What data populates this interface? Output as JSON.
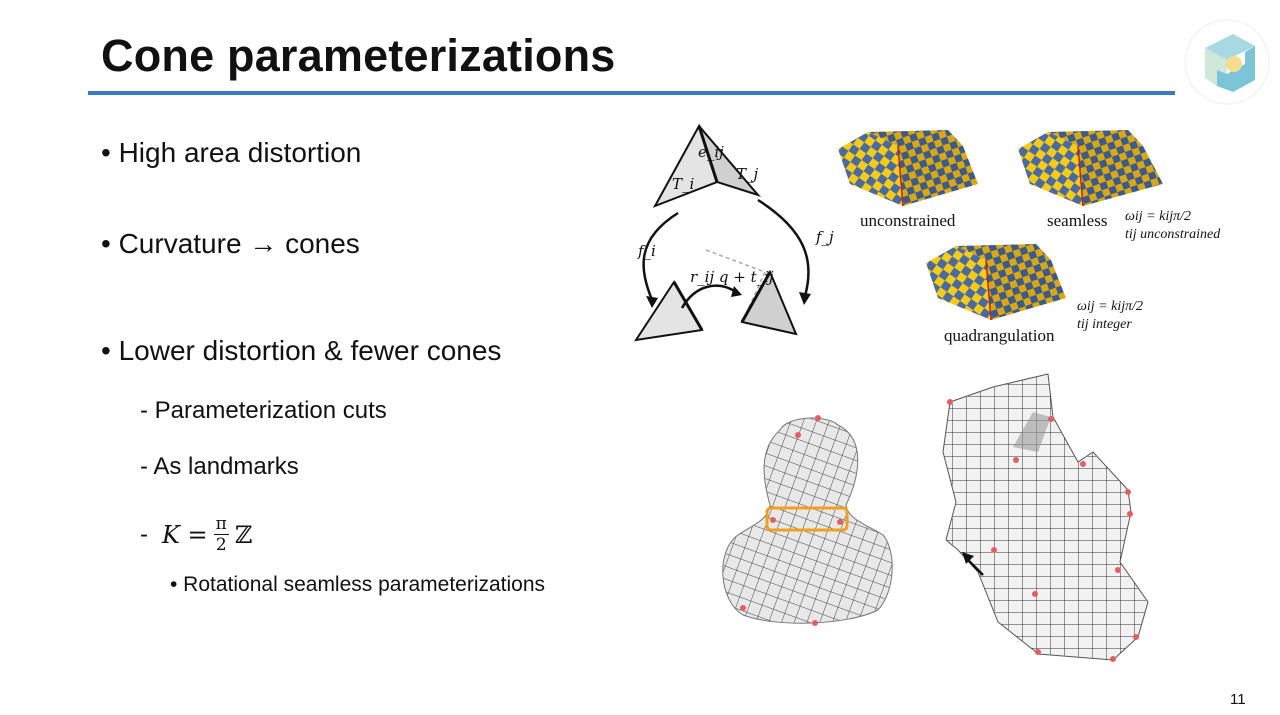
{
  "slide": {
    "title": "Cone parameterizations",
    "page_number": "11",
    "accent": "#3c78c3"
  },
  "bullets": [
    {
      "text": "• High area distortion"
    },
    {
      "text": "• Curvature → cones"
    },
    {
      "text": "• Lower distortion & fewer cones"
    }
  ],
  "sub_bullets": [
    {
      "dash": "-",
      "text": "Parameterization cuts"
    },
    {
      "dash": "-",
      "text": "As landmarks"
    },
    {
      "dash": "-",
      "formula_lhs": "K =",
      "frac_num": "π",
      "frac_den": "2",
      "formula_rhs": "ℤ"
    }
  ],
  "sub_sub_bullets": [
    {
      "text": "• Rotational seamless parameterizations"
    }
  ],
  "figure_diagram": {
    "e_label": "e_ij",
    "Ti": "T_i",
    "Tj": "T_j",
    "fi": "f_i",
    "fj": "f_j",
    "transform": "r_ij q + t_ij"
  },
  "figure_checker": {
    "unconstrained": "unconstrained",
    "seamless": "seamless",
    "seamless_eq1": "ωij = kijπ/2",
    "seamless_eq2": "tij unconstrained",
    "quadrangulation": "quadrangulation",
    "quad_eq1": "ωij = kijπ/2",
    "quad_eq2": "tij integer"
  }
}
